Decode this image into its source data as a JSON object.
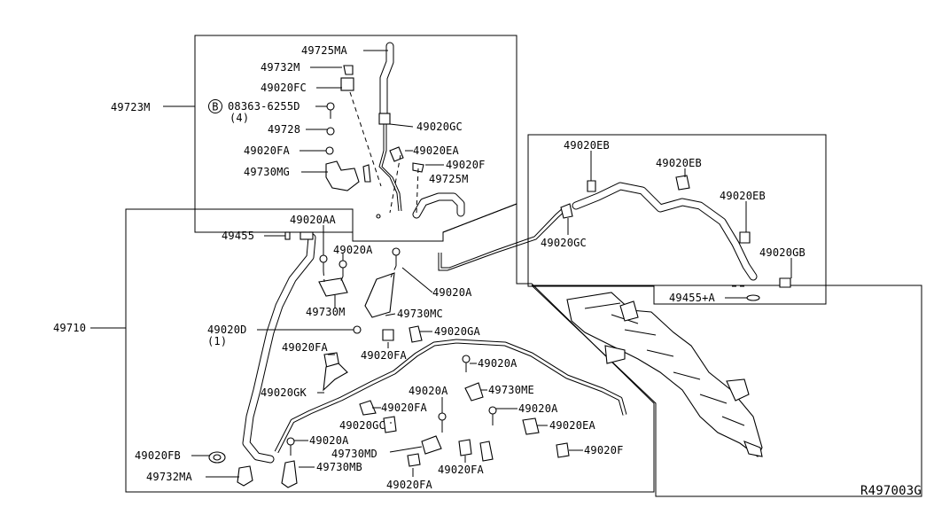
{
  "diagram_code": "R497003G",
  "labels": {
    "p49723M": "49723M",
    "p49725MA": "49725MA",
    "p49732M": "49732M",
    "p49020FC": "49020FC",
    "circle_b": "B",
    "p08363": "08363-6255D",
    "qty4": "(4)",
    "p49728": "49728",
    "p49020FA_top": "49020FA",
    "p49730MG": "49730MG",
    "p49020GC_top": "49020GC",
    "p49020EA_top": "49020EA",
    "p49020F_top": "49020F",
    "p49725M": "49725M",
    "p49020EB_1": "49020EB",
    "p49020EB_2": "49020EB",
    "p49020EB_3": "49020EB",
    "p49020GC_right": "49020GC",
    "p49020GB": "49020GB",
    "p49455A": "49455+A",
    "p49710": "49710",
    "p49020AA": "49020AA",
    "p49455": "49455",
    "p49020A_1": "49020A",
    "p49020A_2": "49020A",
    "p49730M": "49730M",
    "p49730MC": "49730MC",
    "p49020D": "49020D",
    "qty1": "(1)",
    "p49020GA": "49020GA",
    "p49020FA_mid1": "49020FA",
    "p49020FA_mid2": "49020FA",
    "p49020A_3": "49020A",
    "p49020GK": "49020GK",
    "p49020A_4": "49020A",
    "p49730ME": "49730ME",
    "p49020FA_mid3": "49020FA",
    "p49020A_5": "49020A",
    "p49020GC_bottom": "49020GC",
    "p49020EA_bottom": "49020EA",
    "p49020A_6": "49020A",
    "p49020FB": "49020FB",
    "p49730MD": "49730MD",
    "p49020F_bottom": "49020F",
    "p49730MB": "49730MB",
    "p49020FA_bot1": "49020FA",
    "p49732MA": "49732MA",
    "p49020FA_bot2": "49020FA"
  }
}
